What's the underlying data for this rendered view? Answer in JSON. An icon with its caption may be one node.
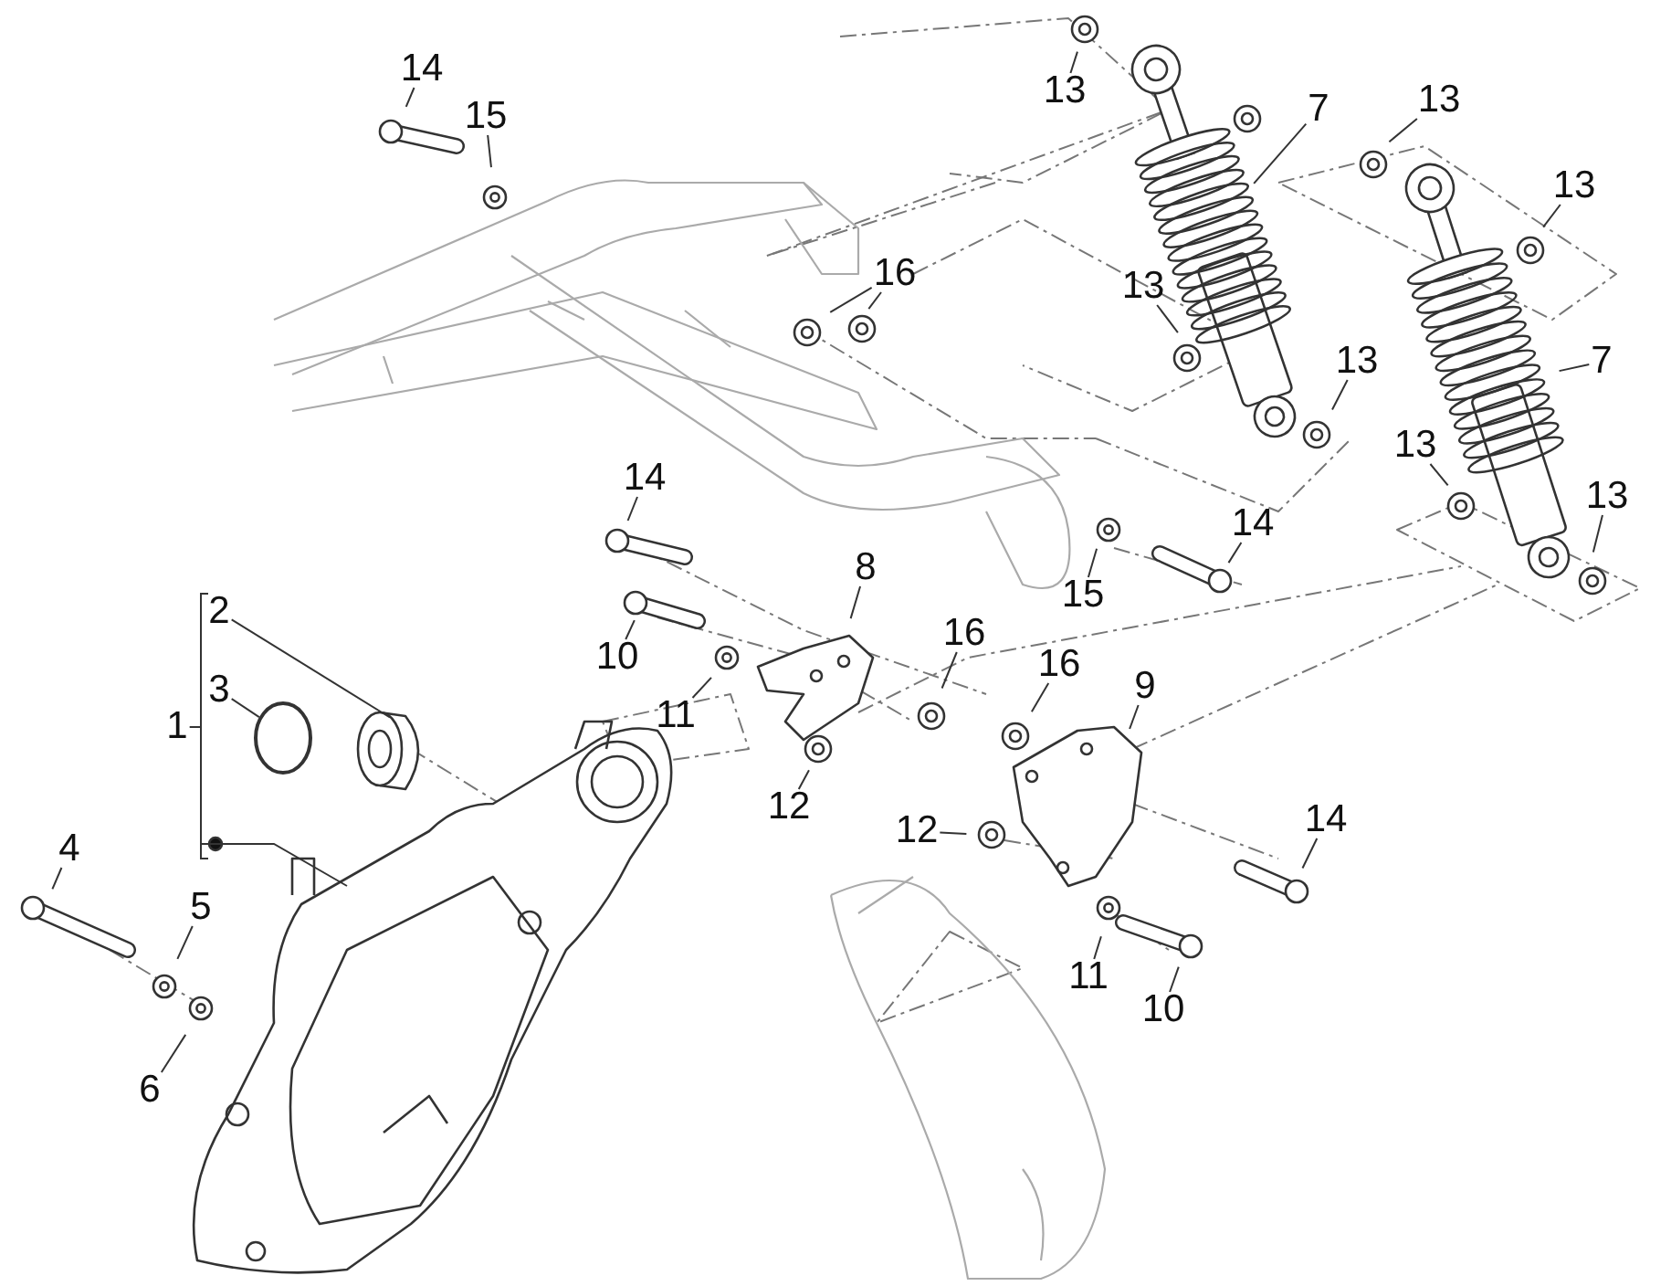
{
  "diagram": {
    "nodes": [
      {
        "text": [
          "14"
        ]
      },
      {
        "text": [
          "15"
        ]
      },
      {
        "text": [
          "13"
        ]
      },
      {
        "text": [
          "7"
        ]
      },
      {
        "text": [
          "13"
        ]
      },
      {
        "text": [
          "13"
        ]
      },
      {
        "text": [
          "16"
        ]
      },
      {
        "text": [
          "13"
        ]
      },
      {
        "text": [
          "7"
        ]
      },
      {
        "text": [
          "13"
        ]
      },
      {
        "text": [
          "13"
        ]
      },
      {
        "text": [
          "14"
        ]
      },
      {
        "text": [
          "13"
        ]
      },
      {
        "text": [
          "14"
        ]
      },
      {
        "text": [
          "8"
        ]
      },
      {
        "text": [
          "15"
        ]
      },
      {
        "text": [
          "2"
        ]
      },
      {
        "text": [
          "16"
        ]
      },
      {
        "text": [
          "10"
        ]
      },
      {
        "text": [
          "16"
        ]
      },
      {
        "text": [
          "11"
        ]
      },
      {
        "text": [
          "9"
        ]
      },
      {
        "text": [
          "3"
        ]
      },
      {
        "text": [
          "1"
        ]
      },
      {
        "text": [
          "12"
        ]
      },
      {
        "text": [
          "12"
        ]
      },
      {
        "text": [
          "14"
        ]
      },
      {
        "text": [
          "4"
        ]
      },
      {
        "text": [
          "5"
        ]
      },
      {
        "text": [
          "11"
        ]
      },
      {
        "text": [
          "6"
        ]
      },
      {
        "text": [
          "10"
        ]
      }
    ],
    "edges": [
      {
        "from": 0,
        "to": null,
        "arrow": "none"
      },
      {
        "from": 1,
        "to": null,
        "arrow": "none"
      },
      {
        "from": 2,
        "to": null,
        "arrow": "none"
      },
      {
        "from": 3,
        "to": null,
        "arrow": "none"
      },
      {
        "from": 4,
        "to": null,
        "arrow": "none"
      },
      {
        "from": 5,
        "to": null,
        "arrow": "none"
      },
      {
        "from": 6,
        "to": null,
        "arrow": "none"
      },
      {
        "from": 6,
        "to": null,
        "arrow": "none"
      },
      {
        "from": 7,
        "to": null,
        "arrow": "none"
      },
      {
        "from": 8,
        "to": null,
        "arrow": "none"
      },
      {
        "from": 9,
        "to": null,
        "arrow": "none"
      },
      {
        "from": 10,
        "to": null,
        "arrow": "none"
      },
      {
        "from": 11,
        "to": null,
        "arrow": "none"
      },
      {
        "from": 12,
        "to": null,
        "arrow": "none"
      },
      {
        "from": 13,
        "to": null,
        "arrow": "none"
      },
      {
        "from": 14,
        "to": null,
        "arrow": "none"
      },
      {
        "from": 15,
        "to": null,
        "arrow": "none"
      },
      {
        "from": 16,
        "to": null,
        "arrow": "none"
      },
      {
        "from": 17,
        "to": null,
        "arrow": "none"
      },
      {
        "from": 18,
        "to": null,
        "arrow": "none"
      },
      {
        "from": 19,
        "to": null,
        "arrow": "none"
      },
      {
        "from": 20,
        "to": null,
        "arrow": "none"
      },
      {
        "from": 21,
        "to": null,
        "arrow": "none"
      },
      {
        "from": 22,
        "to": null,
        "arrow": "none"
      },
      {
        "from": 23,
        "to": null,
        "arrow": "none"
      },
      {
        "from": 24,
        "to": null,
        "arrow": "none"
      },
      {
        "from": 25,
        "to": null,
        "arrow": "none"
      },
      {
        "from": 26,
        "to": null,
        "arrow": "none"
      },
      {
        "from": 27,
        "to": null,
        "arrow": "none"
      },
      {
        "from": 28,
        "to": null,
        "arrow": "none"
      },
      {
        "from": 29,
        "to": null,
        "arrow": "none"
      },
      {
        "from": 30,
        "to": null,
        "arrow": "none"
      },
      {
        "from": 31,
        "to": null,
        "arrow": "none"
      }
    ]
  }
}
